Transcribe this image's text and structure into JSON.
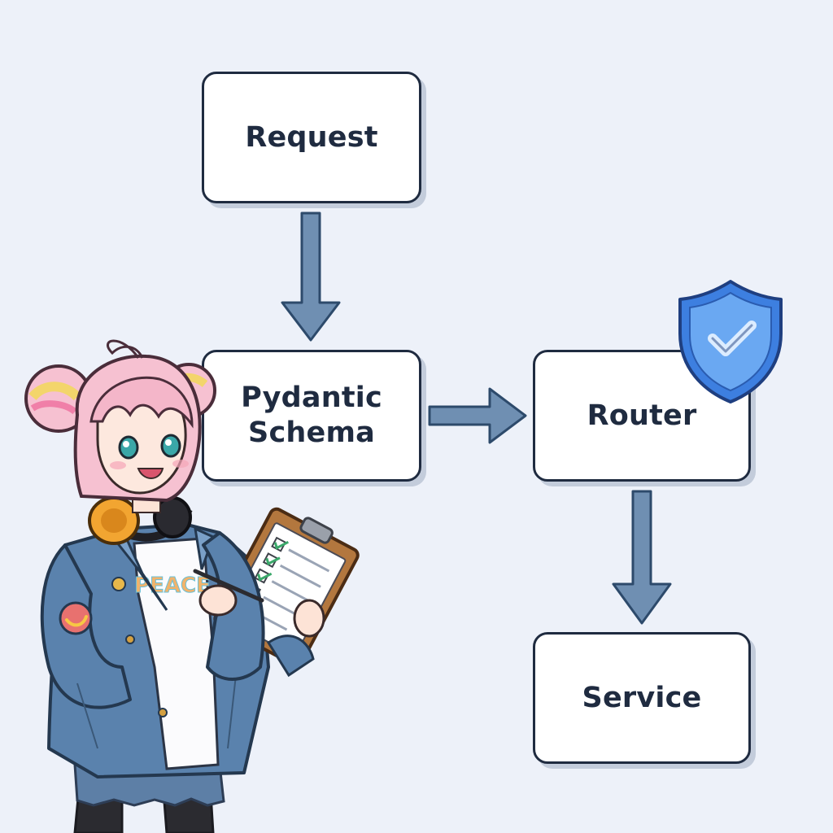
{
  "diagram": {
    "nodes": [
      {
        "id": "request",
        "label": "Request"
      },
      {
        "id": "pydantic",
        "label": "Pydantic\nSchema"
      },
      {
        "id": "router",
        "label": "Router"
      },
      {
        "id": "service",
        "label": "Service"
      }
    ],
    "edges": [
      {
        "from": "request",
        "to": "pydantic"
      },
      {
        "from": "pydantic",
        "to": "router"
      },
      {
        "from": "router",
        "to": "service"
      }
    ]
  },
  "badges": [
    {
      "attached_to": "router",
      "icon": "shield-check-icon"
    }
  ],
  "illustration": {
    "subject": "girl-with-clipboard",
    "shirt_text": "PEACE",
    "clipboard_icon": "checklist-icon"
  },
  "colors": {
    "background": "#edf1f9",
    "node_fill": "#ffffff",
    "node_border": "#1f2b40",
    "arrow": "#6f8fb2",
    "shield": "#3d7fe0"
  }
}
